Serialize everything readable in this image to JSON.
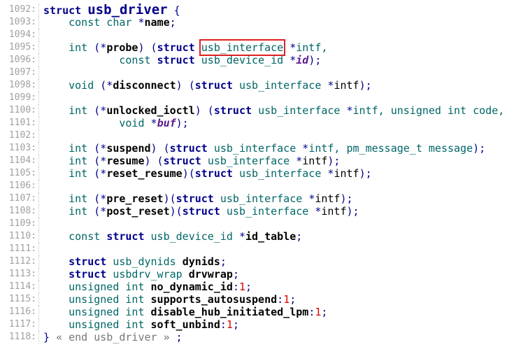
{
  "code": {
    "lines": [
      {
        "n": "1092:",
        "tokens": [
          {
            "c": "kw",
            "t": "struct "
          },
          {
            "c": "big",
            "t": "usb_driver"
          },
          {
            "c": "pu",
            "t": " {"
          }
        ]
      },
      {
        "n": "1093:",
        "tokens": [
          {
            "c": "ty",
            "t": "    const char "
          },
          {
            "c": "pu",
            "t": "*"
          },
          {
            "c": "fn",
            "t": "name"
          },
          {
            "c": "pu",
            "t": ";"
          }
        ]
      },
      {
        "n": "1094:",
        "tokens": []
      },
      {
        "n": "1095:",
        "tokens": [
          {
            "c": "ty",
            "t": "    int "
          },
          {
            "c": "pu",
            "t": "(*"
          },
          {
            "c": "fn",
            "t": "probe"
          },
          {
            "c": "pu",
            "t": ") ("
          },
          {
            "c": "kw",
            "t": "struct "
          },
          {
            "c": "hl ty",
            "t": "usb_interface"
          },
          {
            "c": "pu",
            "t": " *"
          },
          {
            "c": "ty",
            "t": "intf,"
          }
        ]
      },
      {
        "n": "1096:",
        "tokens": [
          {
            "c": "ty",
            "t": "            const "
          },
          {
            "c": "kw",
            "t": "struct "
          },
          {
            "c": "ty",
            "t": "usb_device_id "
          },
          {
            "c": "pu",
            "t": "*"
          },
          {
            "c": "par",
            "t": "id"
          },
          {
            "c": "pu",
            "t": ");"
          }
        ]
      },
      {
        "n": "1097:",
        "tokens": []
      },
      {
        "n": "1098:",
        "tokens": [
          {
            "c": "ty",
            "t": "    void "
          },
          {
            "c": "pu",
            "t": "(*"
          },
          {
            "c": "fn",
            "t": "disconnect"
          },
          {
            "c": "pu",
            "t": ") ("
          },
          {
            "c": "kw",
            "t": "struct "
          },
          {
            "c": "ty",
            "t": "usb_interface "
          },
          {
            "c": "pu",
            "t": "*"
          },
          {
            "c": "id",
            "t": "intf"
          },
          {
            "c": "pu",
            "t": ");"
          }
        ]
      },
      {
        "n": "1099:",
        "tokens": []
      },
      {
        "n": "1100:",
        "tokens": [
          {
            "c": "ty",
            "t": "    int "
          },
          {
            "c": "pu",
            "t": "(*"
          },
          {
            "c": "fn",
            "t": "unlocked_ioctl"
          },
          {
            "c": "pu",
            "t": ") ("
          },
          {
            "c": "kw",
            "t": "struct "
          },
          {
            "c": "ty",
            "t": "usb_interface "
          },
          {
            "c": "pu",
            "t": "*"
          },
          {
            "c": "ty",
            "t": "intf, unsigned int code,"
          }
        ]
      },
      {
        "n": "1101:",
        "tokens": [
          {
            "c": "ty",
            "t": "            void "
          },
          {
            "c": "pu",
            "t": "*"
          },
          {
            "c": "par",
            "t": "buf"
          },
          {
            "c": "pu",
            "t": ");"
          }
        ]
      },
      {
        "n": "1102:",
        "tokens": []
      },
      {
        "n": "1103:",
        "tokens": [
          {
            "c": "ty",
            "t": "    int "
          },
          {
            "c": "pu",
            "t": "(*"
          },
          {
            "c": "fn",
            "t": "suspend"
          },
          {
            "c": "pu",
            "t": ") ("
          },
          {
            "c": "kw",
            "t": "struct "
          },
          {
            "c": "ty",
            "t": "usb_interface "
          },
          {
            "c": "pu",
            "t": "*"
          },
          {
            "c": "ty",
            "t": "intf, pm_message_t message"
          },
          {
            "c": "pu",
            "t": ");"
          }
        ]
      },
      {
        "n": "1104:",
        "tokens": [
          {
            "c": "ty",
            "t": "    int "
          },
          {
            "c": "pu",
            "t": "(*"
          },
          {
            "c": "fn",
            "t": "resume"
          },
          {
            "c": "pu",
            "t": ") ("
          },
          {
            "c": "kw",
            "t": "struct "
          },
          {
            "c": "ty",
            "t": "usb_interface "
          },
          {
            "c": "pu",
            "t": "*"
          },
          {
            "c": "id",
            "t": "intf"
          },
          {
            "c": "pu",
            "t": ");"
          }
        ]
      },
      {
        "n": "1105:",
        "tokens": [
          {
            "c": "ty",
            "t": "    int "
          },
          {
            "c": "pu",
            "t": "(*"
          },
          {
            "c": "fn",
            "t": "reset_resume"
          },
          {
            "c": "pu",
            "t": ")("
          },
          {
            "c": "kw",
            "t": "struct "
          },
          {
            "c": "ty",
            "t": "usb_interface "
          },
          {
            "c": "pu",
            "t": "*"
          },
          {
            "c": "id",
            "t": "intf"
          },
          {
            "c": "pu",
            "t": ");"
          }
        ]
      },
      {
        "n": "1106:",
        "tokens": []
      },
      {
        "n": "1107:",
        "tokens": [
          {
            "c": "ty",
            "t": "    int "
          },
          {
            "c": "pu",
            "t": "(*"
          },
          {
            "c": "fn",
            "t": "pre_reset"
          },
          {
            "c": "pu",
            "t": ")("
          },
          {
            "c": "kw",
            "t": "struct "
          },
          {
            "c": "ty",
            "t": "usb_interface "
          },
          {
            "c": "pu",
            "t": "*"
          },
          {
            "c": "id",
            "t": "intf"
          },
          {
            "c": "pu",
            "t": ");"
          }
        ]
      },
      {
        "n": "1108:",
        "tokens": [
          {
            "c": "ty",
            "t": "    int "
          },
          {
            "c": "pu",
            "t": "(*"
          },
          {
            "c": "fn",
            "t": "post_reset"
          },
          {
            "c": "pu",
            "t": ")("
          },
          {
            "c": "kw",
            "t": "struct "
          },
          {
            "c": "ty",
            "t": "usb_interface "
          },
          {
            "c": "pu",
            "t": "*"
          },
          {
            "c": "id",
            "t": "intf"
          },
          {
            "c": "pu",
            "t": ");"
          }
        ]
      },
      {
        "n": "1109:",
        "tokens": []
      },
      {
        "n": "1110:",
        "tokens": [
          {
            "c": "ty",
            "t": "    const "
          },
          {
            "c": "kw",
            "t": "struct "
          },
          {
            "c": "ty",
            "t": "usb_device_id "
          },
          {
            "c": "pu",
            "t": "*"
          },
          {
            "c": "fn",
            "t": "id_table"
          },
          {
            "c": "pu",
            "t": ";"
          }
        ]
      },
      {
        "n": "1111:",
        "tokens": []
      },
      {
        "n": "1112:",
        "tokens": [
          {
            "c": "kw",
            "t": "    struct "
          },
          {
            "c": "ty",
            "t": "usb_dynids "
          },
          {
            "c": "fn",
            "t": "dynids"
          },
          {
            "c": "pu",
            "t": ";"
          }
        ]
      },
      {
        "n": "1113:",
        "tokens": [
          {
            "c": "kw",
            "t": "    struct "
          },
          {
            "c": "ty",
            "t": "usbdrv_wrap "
          },
          {
            "c": "fn",
            "t": "drvwrap"
          },
          {
            "c": "pu",
            "t": ";"
          }
        ]
      },
      {
        "n": "1114:",
        "tokens": [
          {
            "c": "ty",
            "t": "    unsigned int "
          },
          {
            "c": "fn",
            "t": "no_dynamic_id"
          },
          {
            "c": "pu",
            "t": ":"
          },
          {
            "c": "num",
            "t": "1"
          },
          {
            "c": "pu",
            "t": ";"
          }
        ]
      },
      {
        "n": "1115:",
        "tokens": [
          {
            "c": "ty",
            "t": "    unsigned int "
          },
          {
            "c": "fn",
            "t": "supports_autosuspend"
          },
          {
            "c": "pu",
            "t": ":"
          },
          {
            "c": "num",
            "t": "1"
          },
          {
            "c": "pu",
            "t": ";"
          }
        ]
      },
      {
        "n": "1116:",
        "tokens": [
          {
            "c": "ty",
            "t": "    unsigned int "
          },
          {
            "c": "fn",
            "t": "disable_hub_initiated_lpm"
          },
          {
            "c": "pu",
            "t": ":"
          },
          {
            "c": "num",
            "t": "1"
          },
          {
            "c": "pu",
            "t": ";"
          }
        ]
      },
      {
        "n": "1117:",
        "tokens": [
          {
            "c": "ty",
            "t": "    unsigned int "
          },
          {
            "c": "fn",
            "t": "soft_unbind"
          },
          {
            "c": "pu",
            "t": ":"
          },
          {
            "c": "num",
            "t": "1"
          },
          {
            "c": "pu",
            "t": ";"
          }
        ]
      },
      {
        "n": "1118:",
        "tokens": [
          {
            "c": "pu",
            "t": "} "
          },
          {
            "c": "cmt",
            "t": "« end usb_driver » "
          },
          {
            "c": "pu",
            "t": ";"
          }
        ]
      }
    ]
  },
  "colors": {
    "keyword": "#00008b",
    "type": "#006666",
    "number": "#dd0000",
    "line_number": "#a0a0a0",
    "highlight_box": "#e02020"
  }
}
